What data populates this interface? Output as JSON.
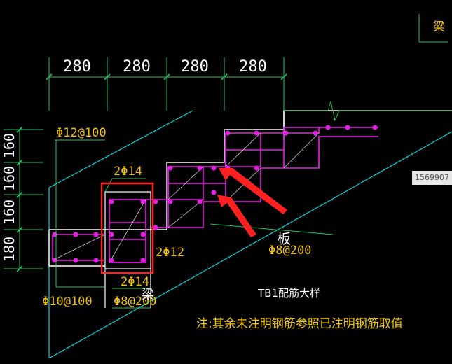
{
  "drawing": {
    "dims_top": [
      "280",
      "280",
      "280",
      "280"
    ],
    "dims_left": [
      "160",
      "160",
      "160",
      "180"
    ],
    "callouts": {
      "top_bar": "Φ12@100",
      "beam_top": "2Φ14",
      "beam_side": "2Φ12",
      "beam_bottom": "2Φ14",
      "stirrup_left": "Φ10@100",
      "stirrup_beam": "Φ8@200",
      "slab_dist": "Φ8@200"
    },
    "labels": {
      "slab": "板",
      "beam": "梁",
      "detail_title": "TB1配筋大样",
      "note": "注:其余未注明钢筋参照已注明钢筋取值",
      "corner": "梁"
    },
    "badge_text": "1569907"
  },
  "colors": {
    "background": "#000000",
    "dimension": "#22c55e",
    "outline": "#ffffff",
    "rebar": "#e81ee8",
    "text": "#f2c500",
    "hatch": "#00d8d8",
    "highlight": "#ff2020"
  }
}
